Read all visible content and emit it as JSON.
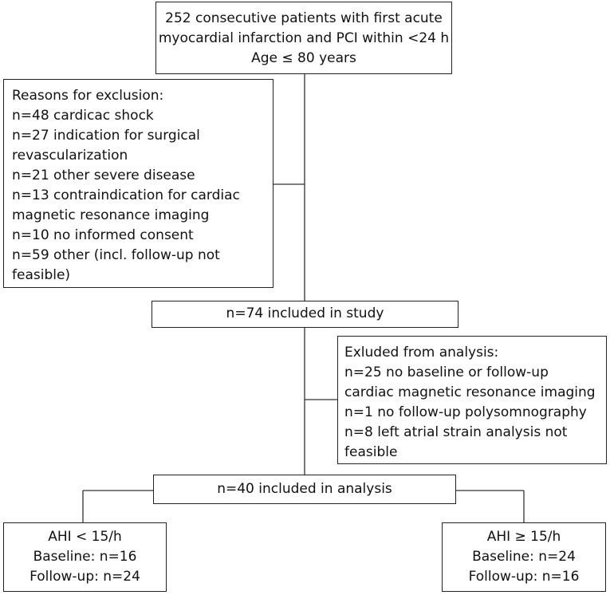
{
  "boxes": {
    "cohort": {
      "lines": [
        "252 consecutive patients with first acute",
        "myocardial infarction and PCI within <24 h",
        "Age ≤ 80 years"
      ]
    },
    "exclusion": {
      "lines": [
        "Reasons for exclusion:",
        "n=48 cardicac shock",
        "n=27 indication for surgical",
        "revascularization",
        "n=21 other severe disease",
        "n=13 contraindication for cardiac",
        "magnetic resonance imaging",
        "n=10 no informed consent",
        "n=59 other (incl. follow-up not",
        "feasible)"
      ]
    },
    "included": {
      "label": "n=74 included in study"
    },
    "analysis_exclusion": {
      "lines": [
        "Exluded from analysis:",
        "n=25 no baseline or follow-up",
        "cardiac magnetic resonance imaging",
        "n=1 no follow-up polysomnography",
        "n=8 left atrial strain analysis not",
        "feasible"
      ]
    },
    "analysis": {
      "label": "n=40 included in analysis"
    },
    "ahi_low": {
      "lines": [
        "AHI < 15/h",
        "Baseline: n=16",
        "Follow-up: n=24"
      ]
    },
    "ahi_high": {
      "lines": [
        "AHI ≥ 15/h",
        "Baseline: n=24",
        "Follow-up: n=16"
      ]
    }
  }
}
